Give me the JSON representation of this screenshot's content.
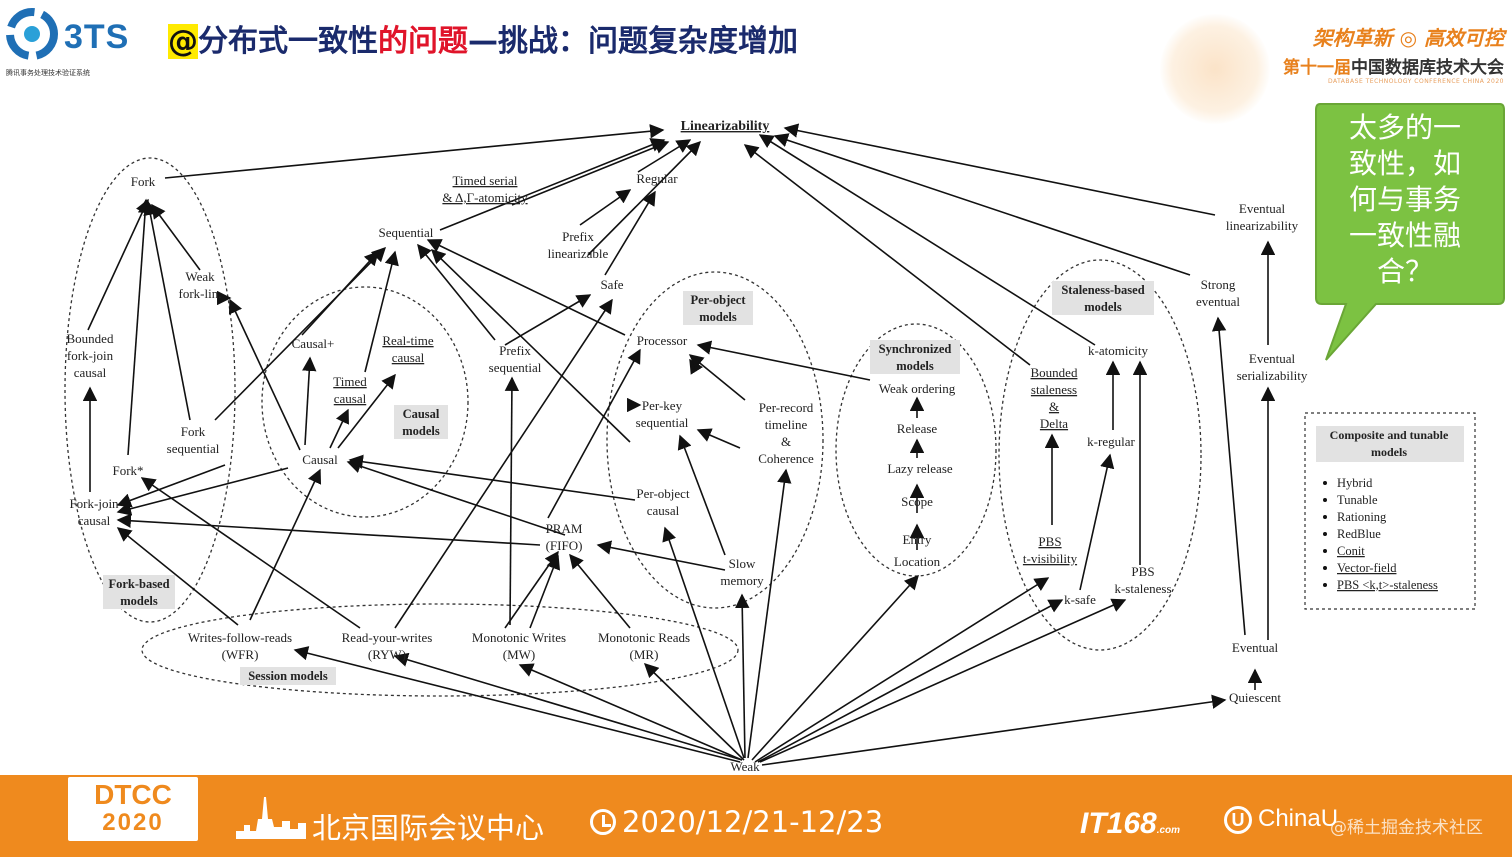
{
  "header": {
    "logo_text": "3TS",
    "logo_subtitle": "腾讯事务处理技术验证系统",
    "title_at": "@",
    "title_part1": "分布式一致性",
    "title_part2": "的问题",
    "title_part3": "—",
    "title_part4": "挑战：问题复杂度增加",
    "conf_slogan": "架构革新 ◎ 高效可控",
    "conf_name_prefix": "第十一届",
    "conf_name_main": "中国数据库技术大会",
    "conf_en": "DATABASE TECHNOLOGY CONFERENCE CHINA 2020"
  },
  "callout": {
    "text_lines": [
      "太多的一",
      "致性，如",
      "何与事务",
      "一致性融",
      "合？"
    ],
    "color": "#7cc242"
  },
  "diagram": {
    "nodes": {
      "linearizability": "Linearizability",
      "fork": "Fork",
      "timed_serial_1": "Timed serial",
      "timed_serial_2": "& Δ,Γ-atomicity",
      "regular": "Regular",
      "sequential": "Sequential",
      "prefix_lin_1": "Prefix",
      "prefix_lin_2": "linearizable",
      "weak_fork_lin_1": "Weak",
      "weak_fork_lin_2": "fork-lin.",
      "safe": "Safe",
      "bounded_fj_1": "Bounded",
      "bounded_fj_2": "fork-join",
      "bounded_fj_3": "causal",
      "causal_plus": "Causal+",
      "real_time_causal_1": "Real-time",
      "real_time_causal_2": "causal",
      "prefix_seq_1": "Prefix",
      "prefix_seq_2": "sequential",
      "timed_causal_1": "Timed",
      "timed_causal_2": "causal",
      "processor": "Processor",
      "per_key_seq_1": "Per-key",
      "per_key_seq_2": "sequential",
      "per_record_1": "Per-record",
      "per_record_2": "timeline",
      "per_record_3": "&",
      "per_record_4": "Coherence",
      "fork_sequential_1": "Fork",
      "fork_sequential_2": "sequential",
      "causal": "Causal",
      "fork_star": "Fork*",
      "fork_join_causal_1": "Fork-join",
      "fork_join_causal_2": "causal",
      "pram_1": "PRAM",
      "pram_2": "(FIFO)",
      "per_object_causal_1": "Per-object",
      "per_object_causal_2": "causal",
      "slow_memory_1": "Slow",
      "slow_memory_2": "memory",
      "wfr_1": "Writes-follow-reads",
      "wfr_2": "(WFR)",
      "ryw_1": "Read-your-writes",
      "ryw_2": "(RYW)",
      "mw_1": "Monotonic Writes",
      "mw_2": "(MW)",
      "mr_1": "Monotonic Reads",
      "mr_2": "(MR)",
      "weak_ordering": "Weak ordering",
      "release": "Release",
      "lazy_release": "Lazy release",
      "scope": "Scope",
      "entry": "Entry",
      "location": "Location",
      "k_atomicity": "k-atomicity",
      "bounded_staleness_1": "Bounded",
      "bounded_staleness_2": "staleness",
      "bounded_staleness_3": "&",
      "bounded_staleness_4": "Delta",
      "k_regular": "k-regular",
      "pbs_t_1": "PBS",
      "pbs_t_2": "t-visibility",
      "k_safe": "k-safe",
      "pbs_k_1": "PBS",
      "pbs_k_2": "k-staleness",
      "eventual_lin_1": "Eventual",
      "eventual_lin_2": "linearizability",
      "strong_eventual_1": "Strong",
      "strong_eventual_2": "eventual",
      "eventual_ser_1": "Eventual",
      "eventual_ser_2": "serializability",
      "eventual": "Eventual",
      "quiescent": "Quiescent",
      "weak": "Weak"
    },
    "groups": {
      "fork_based_1": "Fork-based",
      "fork_based_2": "models",
      "causal_1": "Causal",
      "causal_2": "models",
      "per_object_1": "Per-object",
      "per_object_2": "models",
      "synchronized_1": "Synchronized",
      "synchronized_2": "models",
      "staleness_1": "Staleness-based",
      "staleness_2": "models",
      "session": "Session models"
    },
    "composite": {
      "title_1": "Composite and tunable",
      "title_2": "models",
      "items": [
        "Hybrid",
        "Tunable",
        "Rationing",
        "RedBlue",
        "Conit",
        "Vector-field",
        "PBS <k,t>-staleness"
      ]
    }
  },
  "footer": {
    "dtcc_top": "DTCC",
    "dtcc_bottom": "2020",
    "venue": "北京国际会议中心",
    "dates": "2020/12/21-12/23",
    "it168": "IT168",
    "it168_small": ".com",
    "chinaunix": "ChinaU",
    "watermark": "@稀土掘金技术社区",
    "color": "#ef8a1e"
  }
}
